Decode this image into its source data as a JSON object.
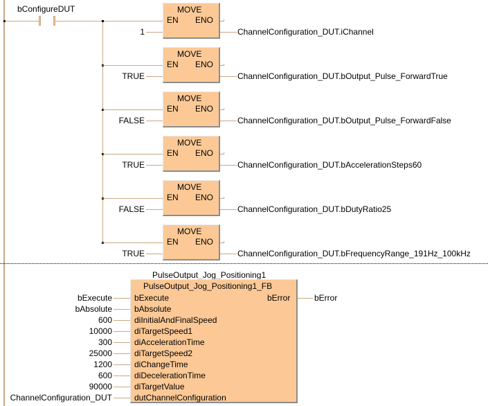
{
  "network1": {
    "contact": {
      "label": "bConfigureDUT",
      "type": "normally-open-contact"
    },
    "move_blocks": [
      {
        "title": "MOVE",
        "en": "EN",
        "eno": "ENO",
        "input": "1",
        "output": "ChannelConfiguration_DUT.iChannel"
      },
      {
        "title": "MOVE",
        "en": "EN",
        "eno": "ENO",
        "input": "TRUE",
        "output": "ChannelConfiguration_DUT.bOutput_Pulse_ForwardTrue"
      },
      {
        "title": "MOVE",
        "en": "EN",
        "eno": "ENO",
        "input": "FALSE",
        "output": "ChannelConfiguration_DUT.bOutput_Pulse_ForwardFalse"
      },
      {
        "title": "MOVE",
        "en": "EN",
        "eno": "ENO",
        "input": "TRUE",
        "output": "ChannelConfiguration_DUT.bAccelerationSteps60"
      },
      {
        "title": "MOVE",
        "en": "EN",
        "eno": "ENO",
        "input": "FALSE",
        "output": "ChannelConfiguration_DUT.bDutyRatio25"
      },
      {
        "title": "MOVE",
        "en": "EN",
        "eno": "ENO",
        "input": "TRUE",
        "output": "ChannelConfiguration_DUT.bFrequencyRange_191Hz_100kHz"
      }
    ]
  },
  "network2": {
    "instance_name": "PulseOutput_Jog_Positioning1",
    "fb_type": "PulseOutput_Jog_Positioning1_FB",
    "inputs": [
      {
        "pin": "bExecute",
        "value": "bExecute"
      },
      {
        "pin": "bAbsolute",
        "value": "bAbsolute"
      },
      {
        "pin": "diInitialAndFinalSpeed",
        "value": "600"
      },
      {
        "pin": "diTargetSpeed1",
        "value": "10000"
      },
      {
        "pin": "diAccelerationTime",
        "value": "300"
      },
      {
        "pin": "diTargetSpeed2",
        "value": "25000"
      },
      {
        "pin": "diChangeTime",
        "value": "1200"
      },
      {
        "pin": "diDecelerationTime",
        "value": "600"
      },
      {
        "pin": "diTargetValue",
        "value": "90000"
      },
      {
        "pin": "dutChannelConfiguration",
        "value": "ChannelConfiguration_DUT"
      }
    ],
    "outputs": [
      {
        "pin": "bError",
        "value": "bError"
      }
    ]
  }
}
